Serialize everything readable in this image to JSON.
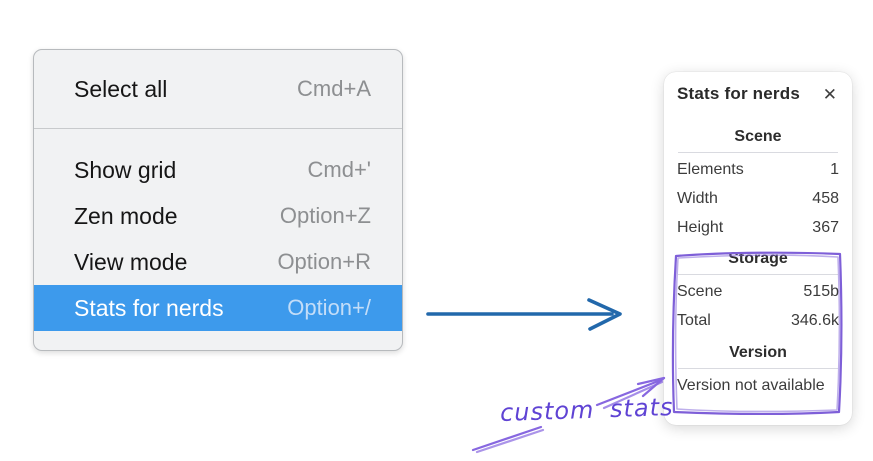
{
  "context_menu": {
    "sections": [
      {
        "items": [
          {
            "label": "Select all",
            "shortcut": "Cmd+A",
            "highlighted": false
          }
        ]
      },
      {
        "items": [
          {
            "label": "Show grid",
            "shortcut": "Cmd+'",
            "highlighted": false
          },
          {
            "label": "Zen mode",
            "shortcut": "Option+Z",
            "highlighted": false
          },
          {
            "label": "View mode",
            "shortcut": "Option+R",
            "highlighted": false
          },
          {
            "label": "Stats for nerds",
            "shortcut": "Option+/",
            "highlighted": true
          }
        ]
      }
    ]
  },
  "stats_panel": {
    "title": "Stats for nerds",
    "close_glyph": "✕",
    "sections": [
      {
        "heading": "Scene",
        "rows": [
          {
            "label": "Elements",
            "value": "1"
          },
          {
            "label": "Width",
            "value": "458"
          },
          {
            "label": "Height",
            "value": "367"
          }
        ]
      },
      {
        "heading": "Storage",
        "rows": [
          {
            "label": "Scene",
            "value": "515b"
          },
          {
            "label": "Total",
            "value": "346.6k"
          }
        ]
      },
      {
        "heading": "Version",
        "note": "Version not available"
      }
    ]
  },
  "annotations": {
    "label": "custom stats"
  },
  "colors": {
    "menu_highlight": "#3d9aec",
    "blue_arrow": "#2268ab",
    "purple_ink": "#7e5fd8",
    "annotation_text": "#5f43d4"
  }
}
